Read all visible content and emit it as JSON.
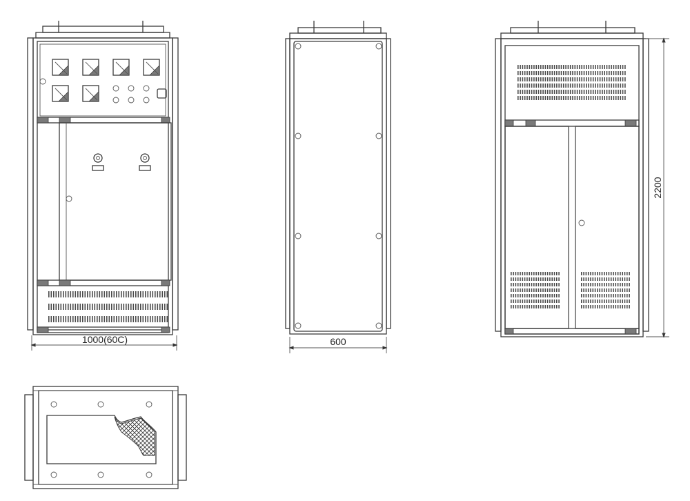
{
  "dimensions": {
    "front_width": "1000(60C)",
    "side_width": "600",
    "height": "2200"
  },
  "colors": {
    "line": "#3a3a3a",
    "fill_dark": "#7a7a7a",
    "background": "#ffffff"
  }
}
